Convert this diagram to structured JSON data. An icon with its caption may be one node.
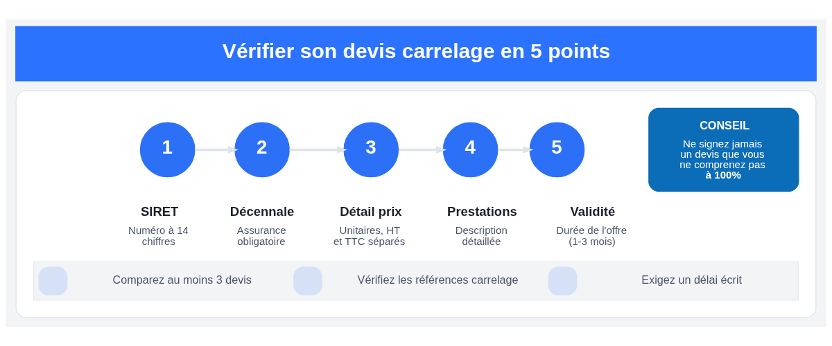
{
  "diagram": {
    "title": "Vérifier son devis carrelage en 5 points",
    "nodes": [
      {
        "text": [],
        "shape": "box"
      },
      {
        "text": [
          "1"
        ],
        "beside": [
          "SIRET",
          "Numéro à 14 chiffres"
        ],
        "in": 0
      },
      {
        "text": [
          "2"
        ],
        "beside": [
          "Décennale",
          "Assurance obligatoire"
        ],
        "in": 0
      },
      {
        "text": [
          "3"
        ],
        "beside": [
          "Détail prix",
          "Unitaires, HT et TTC séparés"
        ],
        "in": 0
      },
      {
        "text": [
          "4"
        ],
        "beside": [
          "Prestations",
          "Description détaillée"
        ],
        "in": 0
      },
      {
        "text": [
          "5"
        ],
        "beside": [
          "Validité",
          "Durée de l'offre (1-3 mois)"
        ],
        "in": 0
      },
      {
        "text": [
          "CONSEIL",
          "Ne signez jamais un devis que vous ne comprenez pas **à 100%**"
        ],
        "in": 0
      },
      {
        "text": [
          "Comparez au moins 3 devis",
          "Vérifiez les références carrelage",
          "Exigez un délai écrit"
        ],
        "in": 0
      }
    ],
    "edges": [
      {
        "from": 1,
        "to": 2,
        "arrow": "to"
      },
      {
        "from": 2,
        "to": 3,
        "arrow": "to"
      },
      {
        "from": 3,
        "to": 4,
        "arrow": "to"
      },
      {
        "from": 4,
        "to": 5,
        "arrow": "to"
      }
    ]
  }
}
